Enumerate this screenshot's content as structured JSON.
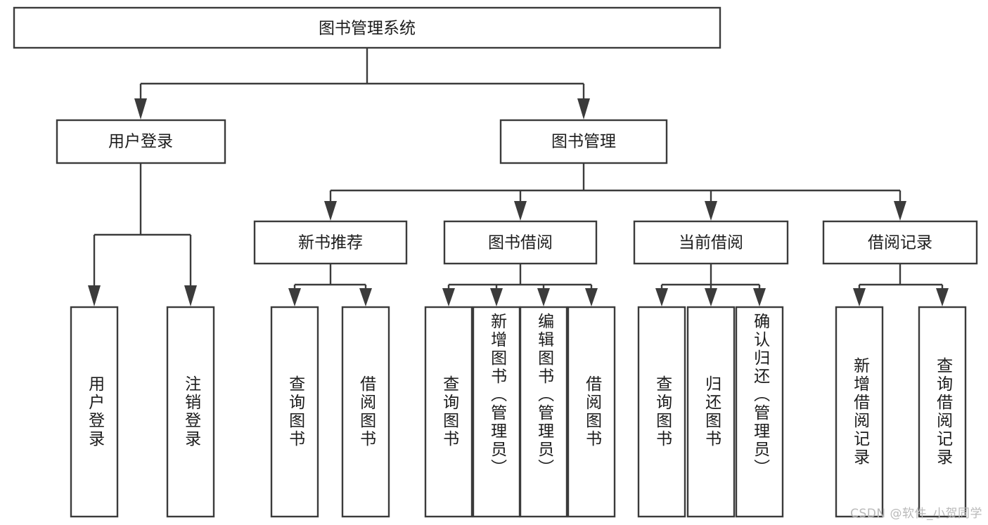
{
  "diagram": {
    "title": "图书管理系统",
    "type": "tree-hierarchy-chart",
    "watermark": "CSDN @软件_小贺同学",
    "root": {
      "label": "图书管理系统"
    },
    "level2": [
      {
        "label": "用户登录"
      },
      {
        "label": "图书管理"
      }
    ],
    "level3": [
      {
        "label": "新书推荐"
      },
      {
        "label": "图书借阅"
      },
      {
        "label": "当前借阅"
      },
      {
        "label": "借阅记录"
      }
    ],
    "leaves": {
      "user_login": [
        {
          "label": "用户登录"
        },
        {
          "label": "注销登录"
        }
      ],
      "new_book_recommend": [
        {
          "label": "查询图书"
        },
        {
          "label": "借阅图书"
        }
      ],
      "book_borrow": [
        {
          "label": "查询图书"
        },
        {
          "label": "新增图书（管理员）"
        },
        {
          "label": "编辑图书（管理员）"
        },
        {
          "label": "借阅图书"
        }
      ],
      "current_borrow": [
        {
          "label": "查询图书"
        },
        {
          "label": "归还图书"
        },
        {
          "label": "确认归还（管理员）"
        }
      ],
      "borrow_record": [
        {
          "label": "新增借阅记录"
        },
        {
          "label": "查询借阅记录"
        }
      ]
    },
    "colors": {
      "box_stroke": "#3b3b3b",
      "box_fill": "#ffffff",
      "text": "#1c1c1c",
      "watermark": "#b9b9b9",
      "background": "#ffffff"
    }
  }
}
